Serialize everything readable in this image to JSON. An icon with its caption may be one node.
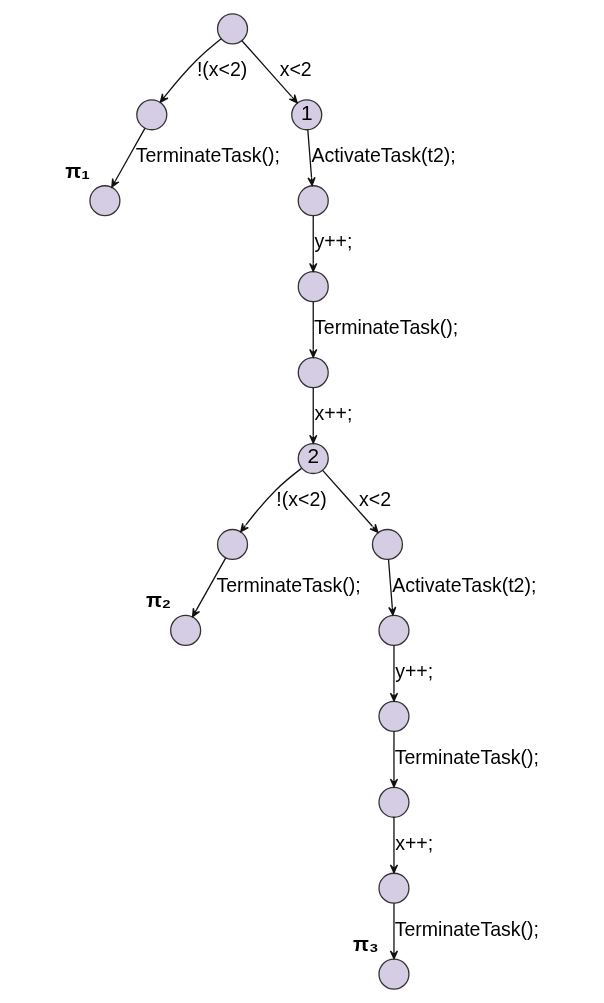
{
  "diagram": {
    "nodes": [
      {
        "text": [],
        "shape": "circle"
      },
      {
        "text": [],
        "shape": "circle"
      },
      {
        "text": [
          "1"
        ]
      },
      {
        "text": [],
        "shape": "circle",
        "beside": [
          "π₁"
        ]
      },
      {
        "text": [],
        "shape": "circle"
      },
      {
        "text": [],
        "shape": "circle"
      },
      {
        "text": [],
        "shape": "circle"
      },
      {
        "text": [
          "2"
        ]
      },
      {
        "text": [],
        "shape": "circle"
      },
      {
        "text": [],
        "shape": "circle"
      },
      {
        "text": [],
        "shape": "circle",
        "beside": [
          "π₂"
        ]
      },
      {
        "text": [],
        "shape": "circle"
      },
      {
        "text": [],
        "shape": "circle"
      },
      {
        "text": [],
        "shape": "circle"
      },
      {
        "text": [],
        "shape": "circle"
      },
      {
        "text": [],
        "shape": "circle",
        "beside": [
          "π₃"
        ]
      }
    ],
    "edges": [
      {
        "from": 0,
        "to": 1,
        "arrow": "to",
        "label": "!(x<2)"
      },
      {
        "from": 0,
        "to": 2,
        "arrow": "to",
        "label": "x<2"
      },
      {
        "from": 1,
        "to": 3,
        "arrow": "to",
        "label": "TerminateTask();"
      },
      {
        "from": 2,
        "to": 4,
        "arrow": "to",
        "label": "ActivateTask(t2);"
      },
      {
        "from": 4,
        "to": 5,
        "arrow": "to",
        "label": "y++;"
      },
      {
        "from": 5,
        "to": 6,
        "arrow": "to",
        "label": "TerminateTask();"
      },
      {
        "from": 6,
        "to": 7,
        "arrow": "to",
        "label": "x++;"
      },
      {
        "from": 7,
        "to": 8,
        "arrow": "to",
        "label": "!(x<2)"
      },
      {
        "from": 7,
        "to": 9,
        "arrow": "to",
        "label": "x<2"
      },
      {
        "from": 8,
        "to": 10,
        "arrow": "to",
        "label": "TerminateTask();"
      },
      {
        "from": 9,
        "to": 11,
        "arrow": "to",
        "label": "ActivateTask(t2);"
      },
      {
        "from": 11,
        "to": 12,
        "arrow": "to",
        "label": "y++;"
      },
      {
        "from": 12,
        "to": 13,
        "arrow": "to",
        "label": "TerminateTask();"
      },
      {
        "from": 13,
        "to": 14,
        "arrow": "to",
        "label": "x++;"
      },
      {
        "from": 14,
        "to": 15,
        "arrow": "to",
        "label": "TerminateTask();"
      }
    ]
  }
}
